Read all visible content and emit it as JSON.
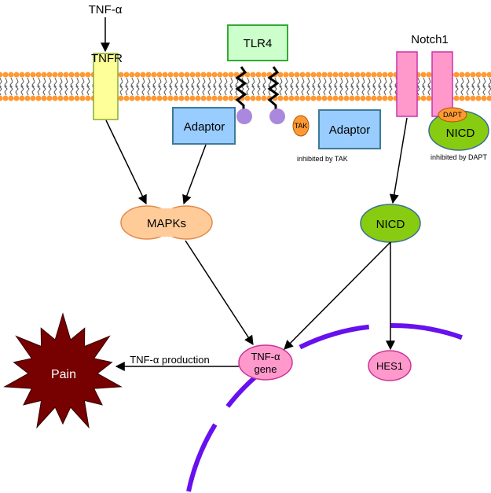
{
  "labels": {
    "tnf_alpha": "TNF-α",
    "tnfr": "TNFR",
    "tlr4": "TLR4",
    "notch1": "Notch1",
    "adaptor_left": "Adaptor",
    "adaptor_right": "Adaptor",
    "tak": "TAK",
    "dapt": "DAPT",
    "nicd_membrane": "NICD",
    "inhibited_by_tak": "inhibited by TAK",
    "inhibited_by_dapt": "inhibited by DAPT",
    "mapks": "MAPKs",
    "nicd_cytoplasm": "NICD",
    "tnf_gene_line1": "TNF-α",
    "tnf_gene_line2": "gene",
    "hes1": "HES1",
    "pain": "Pain",
    "tnf_production": "TNF-α production"
  },
  "colors": {
    "tnfr_fill": "#ffff99",
    "tnfr_stroke": "#88aa33",
    "tlr4_fill": "#ccffcc",
    "tlr4_stroke": "#33aa33",
    "adaptor_fill": "#99ccff",
    "adaptor_stroke": "#3d7a99",
    "notch_fill": "#ff99cc",
    "notch_stroke": "#cc33aa",
    "nicd_fill": "#88cc11",
    "nicd_stroke": "#3a6e99",
    "mapk_fill": "#ffcc99",
    "mapk_stroke": "#e38a4a",
    "tak_fill": "#ff9933",
    "lipid_head": "#ff9933",
    "receptor_knob": "#aa88dd",
    "gene_fill": "#ff99cc",
    "gene_stroke": "#cc3399",
    "nucleus": "#6611ee",
    "pain_fill": "#770000"
  }
}
